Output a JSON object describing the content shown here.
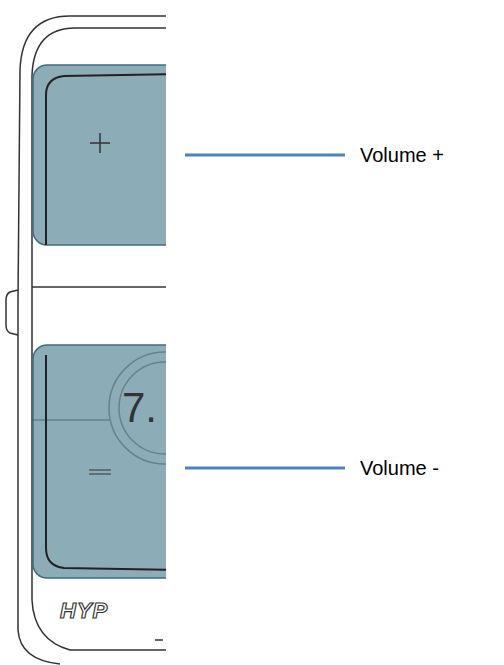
{
  "diagram": {
    "labels": [
      "Volume +",
      "Volume -",
      "7.",
      "HYP"
    ]
  }
}
